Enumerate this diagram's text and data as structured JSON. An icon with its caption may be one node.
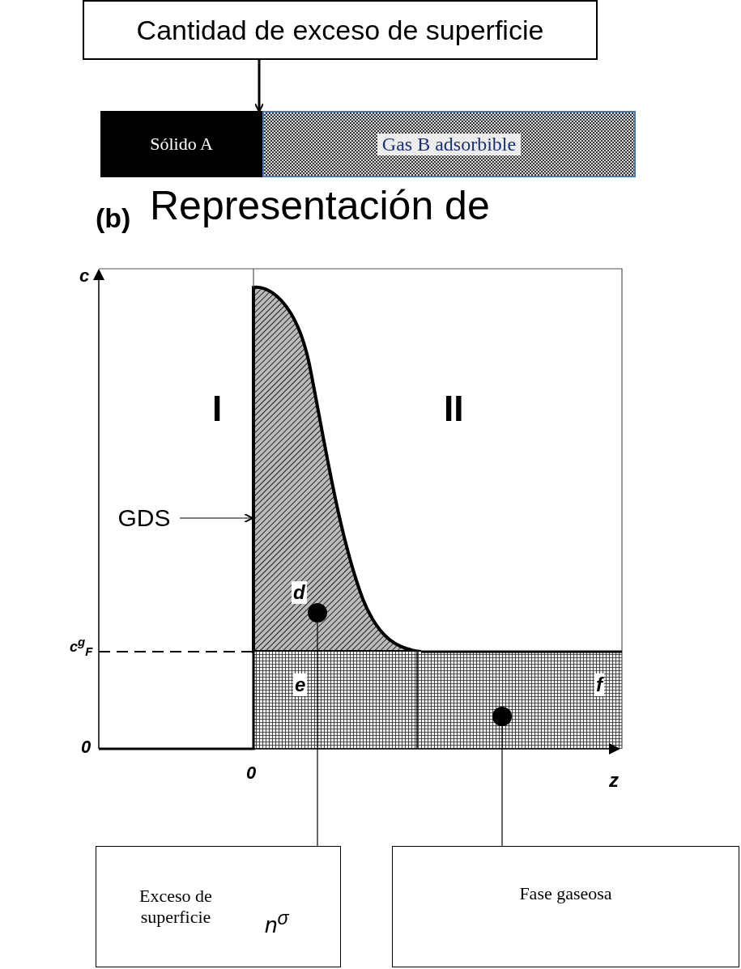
{
  "diagram": {
    "title": "Representación de",
    "nodes": [
      {
        "text": [
          "Cantidad de exceso de superficie"
        ]
      },
      {
        "text": [
          "Sólido A"
        ]
      },
      {
        "text": [
          "Gas B adsorbible"
        ]
      },
      {
        "text": [
          "GDS"
        ]
      },
      {
        "text": [],
        "shape": "circle"
      },
      {
        "text": [],
        "shape": "circle"
      },
      {
        "text": [
          "Exceso de superficie",
          "n$^{σ}$"
        ]
      },
      {
        "text": [
          "Fase gaseosa"
        ]
      },
      {
        "text": [],
        "shape": "line"
      }
    ],
    "edges": [
      {
        "from": 0,
        "to": 1,
        "arrow": "to",
        "style": "thick"
      },
      {
        "from": 3,
        "to": 8,
        "arrow": "to"
      },
      {
        "from": 4,
        "to": 6,
        "arrow": "none"
      },
      {
        "from": 5,
        "to": 7,
        "arrow": "none"
      }
    ],
    "labels": [
      "(b)",
      "c",
      "I",
      "II",
      "d",
      "c$^{g}$$_{F}$",
      "e",
      "f",
      "0",
      "0",
      "z"
    ]
  }
}
